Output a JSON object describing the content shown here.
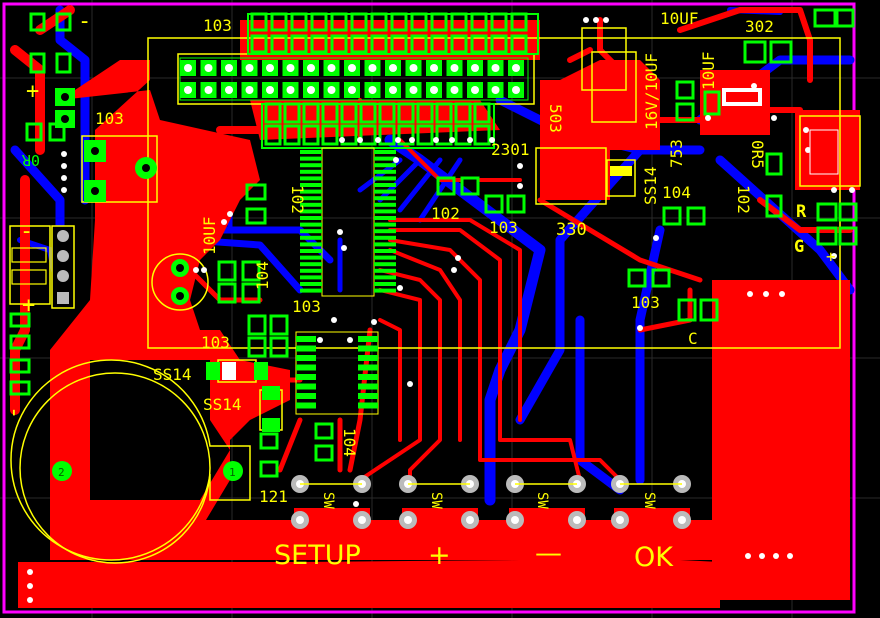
{
  "board": {
    "colors": {
      "background": "#000000",
      "top_copper": "#ff0000",
      "bottom_copper": "#0000ff",
      "silkscreen": "#ffff00",
      "pad": "#00ff00",
      "outline": "#ff00ff",
      "via": "#ffffff"
    }
  },
  "labels": {
    "conn_103": "103",
    "reg_103": "103",
    "r_0r": "0R",
    "cap_10uf_left": "10UF",
    "cap_104_mid": "104",
    "cap_102_vert": "102",
    "cap_103_under_mcu": "103",
    "cap_103_left": "103",
    "d_ss14_a": "SS14",
    "d_ss14_b": "SS14",
    "r_121": "121",
    "cap_104_bottom": "104",
    "q_2301": "2301",
    "r_102": "102",
    "r_103_mid": "103",
    "ind_330": "330",
    "l_503": "503",
    "cap_16v": "16V/10UF",
    "d_ss14_right": "SS14",
    "ic_753": "753",
    "cap_10uf_top": "10UF",
    "cap_10uf_right": "10UF",
    "ic_302": "302",
    "cap_104_right": "104",
    "r_102_right": "102",
    "r_0r5": "0R5",
    "cap_103_right": "103",
    "cap_c": "C",
    "led_r": "R",
    "led_g": "G",
    "plus_right": "+",
    "plus_left": "+",
    "minus_left": "-",
    "minus_top": "-",
    "minus_mid": "-",
    "plus_mid": "+",
    "sw_label": "SW",
    "btn_setup": "SETUP",
    "btn_plus": "+",
    "btn_minus": "—",
    "btn_ok": "OK",
    "batt_pin_1": "1",
    "batt_pin_2": "2",
    "conn_pin_1": "1"
  }
}
